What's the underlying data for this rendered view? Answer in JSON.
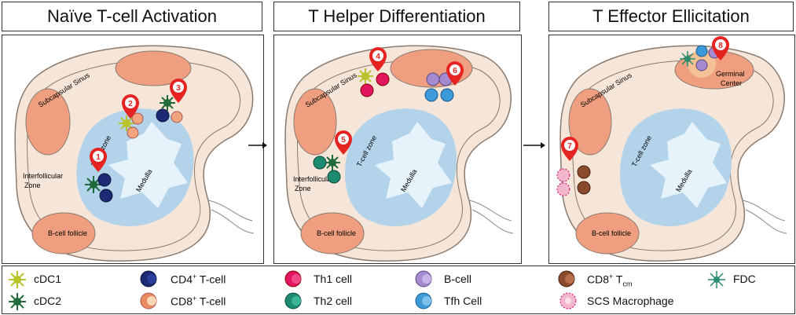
{
  "panels": [
    {
      "title": "Naïve T-cell Activation"
    },
    {
      "title": "T Helper Differentiation"
    },
    {
      "title": "T Effector Ellicitation"
    }
  ],
  "node_labels": {
    "subcapsular_sinus": "Subcapsular Sinus",
    "t_cell_zone": "T-cell zone",
    "medulla": "Medulla",
    "interfollicular": "Interfollicular",
    "zone": "Zone",
    "b_cell_follicle": "B-cell follicle",
    "germinal": "Germinal",
    "center": "Center"
  },
  "markers": [
    "1",
    "2",
    "3",
    "4",
    "5",
    "6",
    "7",
    "8"
  ],
  "legend": {
    "cdc1": "cDC1",
    "cdc2": "cDC2",
    "cd4_prefix": "CD4",
    "cd4_sup": "+",
    "cd4_suffix": " T-cell",
    "cd8_prefix": "CD8",
    "cd8_sup": "+",
    "cd8_suffix": " T-cell",
    "th1": "Th1 cell",
    "th2": "Th2 cell",
    "bcell": "B-cell",
    "tfh": "Tfh Cell",
    "cd8tcm_prefix": "CD8",
    "cd8tcm_sup": "+",
    "cd8tcm_mid": " T",
    "cd8tcm_sub": "cm",
    "scs": "SCS Macrophage",
    "fdc": "FDC"
  },
  "colors": {
    "capsule": "#f6e6d9",
    "capsule_stroke": "#8a7a6e",
    "follicle": "#ef9f80",
    "tzone": "#b3d3ea",
    "medulla": "#e6f3fb",
    "cdc1": "#b9c42a",
    "cdc2": "#1f6b3a",
    "cd4": "#1d2b74",
    "cd8": "#f2a57c",
    "th1": "#e2165f",
    "th2": "#1d8a72",
    "bcell": "#a58ad0",
    "tfh": "#3c9ad8",
    "cd8tcm": "#8a4a2c",
    "scs": "#f3b6cc",
    "fdc": "#2a8c6e",
    "marker": "#e52421"
  }
}
